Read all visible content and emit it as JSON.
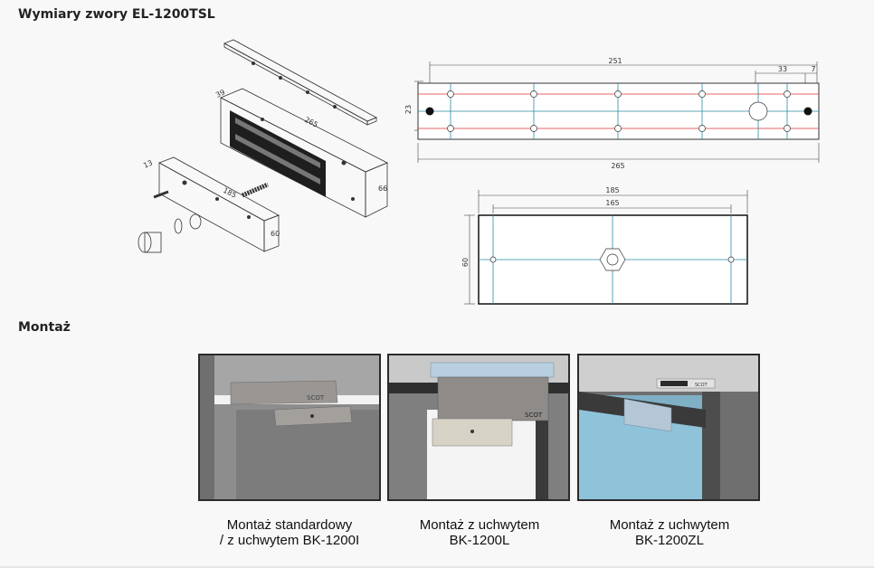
{
  "section_dimensions": {
    "title": "Wymiary zwory EL-1200TSL"
  },
  "section_mounting": {
    "title": "Montaż"
  },
  "iso_drawing": {
    "labels": [
      "39",
      "265",
      "66",
      "13",
      "185",
      "60"
    ]
  },
  "top_view": {
    "dim_251": "251",
    "dim_33": "33",
    "dim_7": "7",
    "dim_23": "23",
    "dim_265": "265"
  },
  "armature_view": {
    "dim_185": "185",
    "dim_165": "165",
    "dim_60": "60"
  },
  "photos": [
    {
      "brand": "SCOT",
      "caption_line1": "Montaż standardowy",
      "caption_line2": "/ z uchwytem BK-1200I"
    },
    {
      "brand": "SCOT",
      "caption_line1": "Montaż z uchwytem",
      "caption_line2": "BK-1200L"
    },
    {
      "brand": "SCOT",
      "caption_line1": "Montaż z uchwytem",
      "caption_line2": "BK-1200ZL"
    }
  ]
}
